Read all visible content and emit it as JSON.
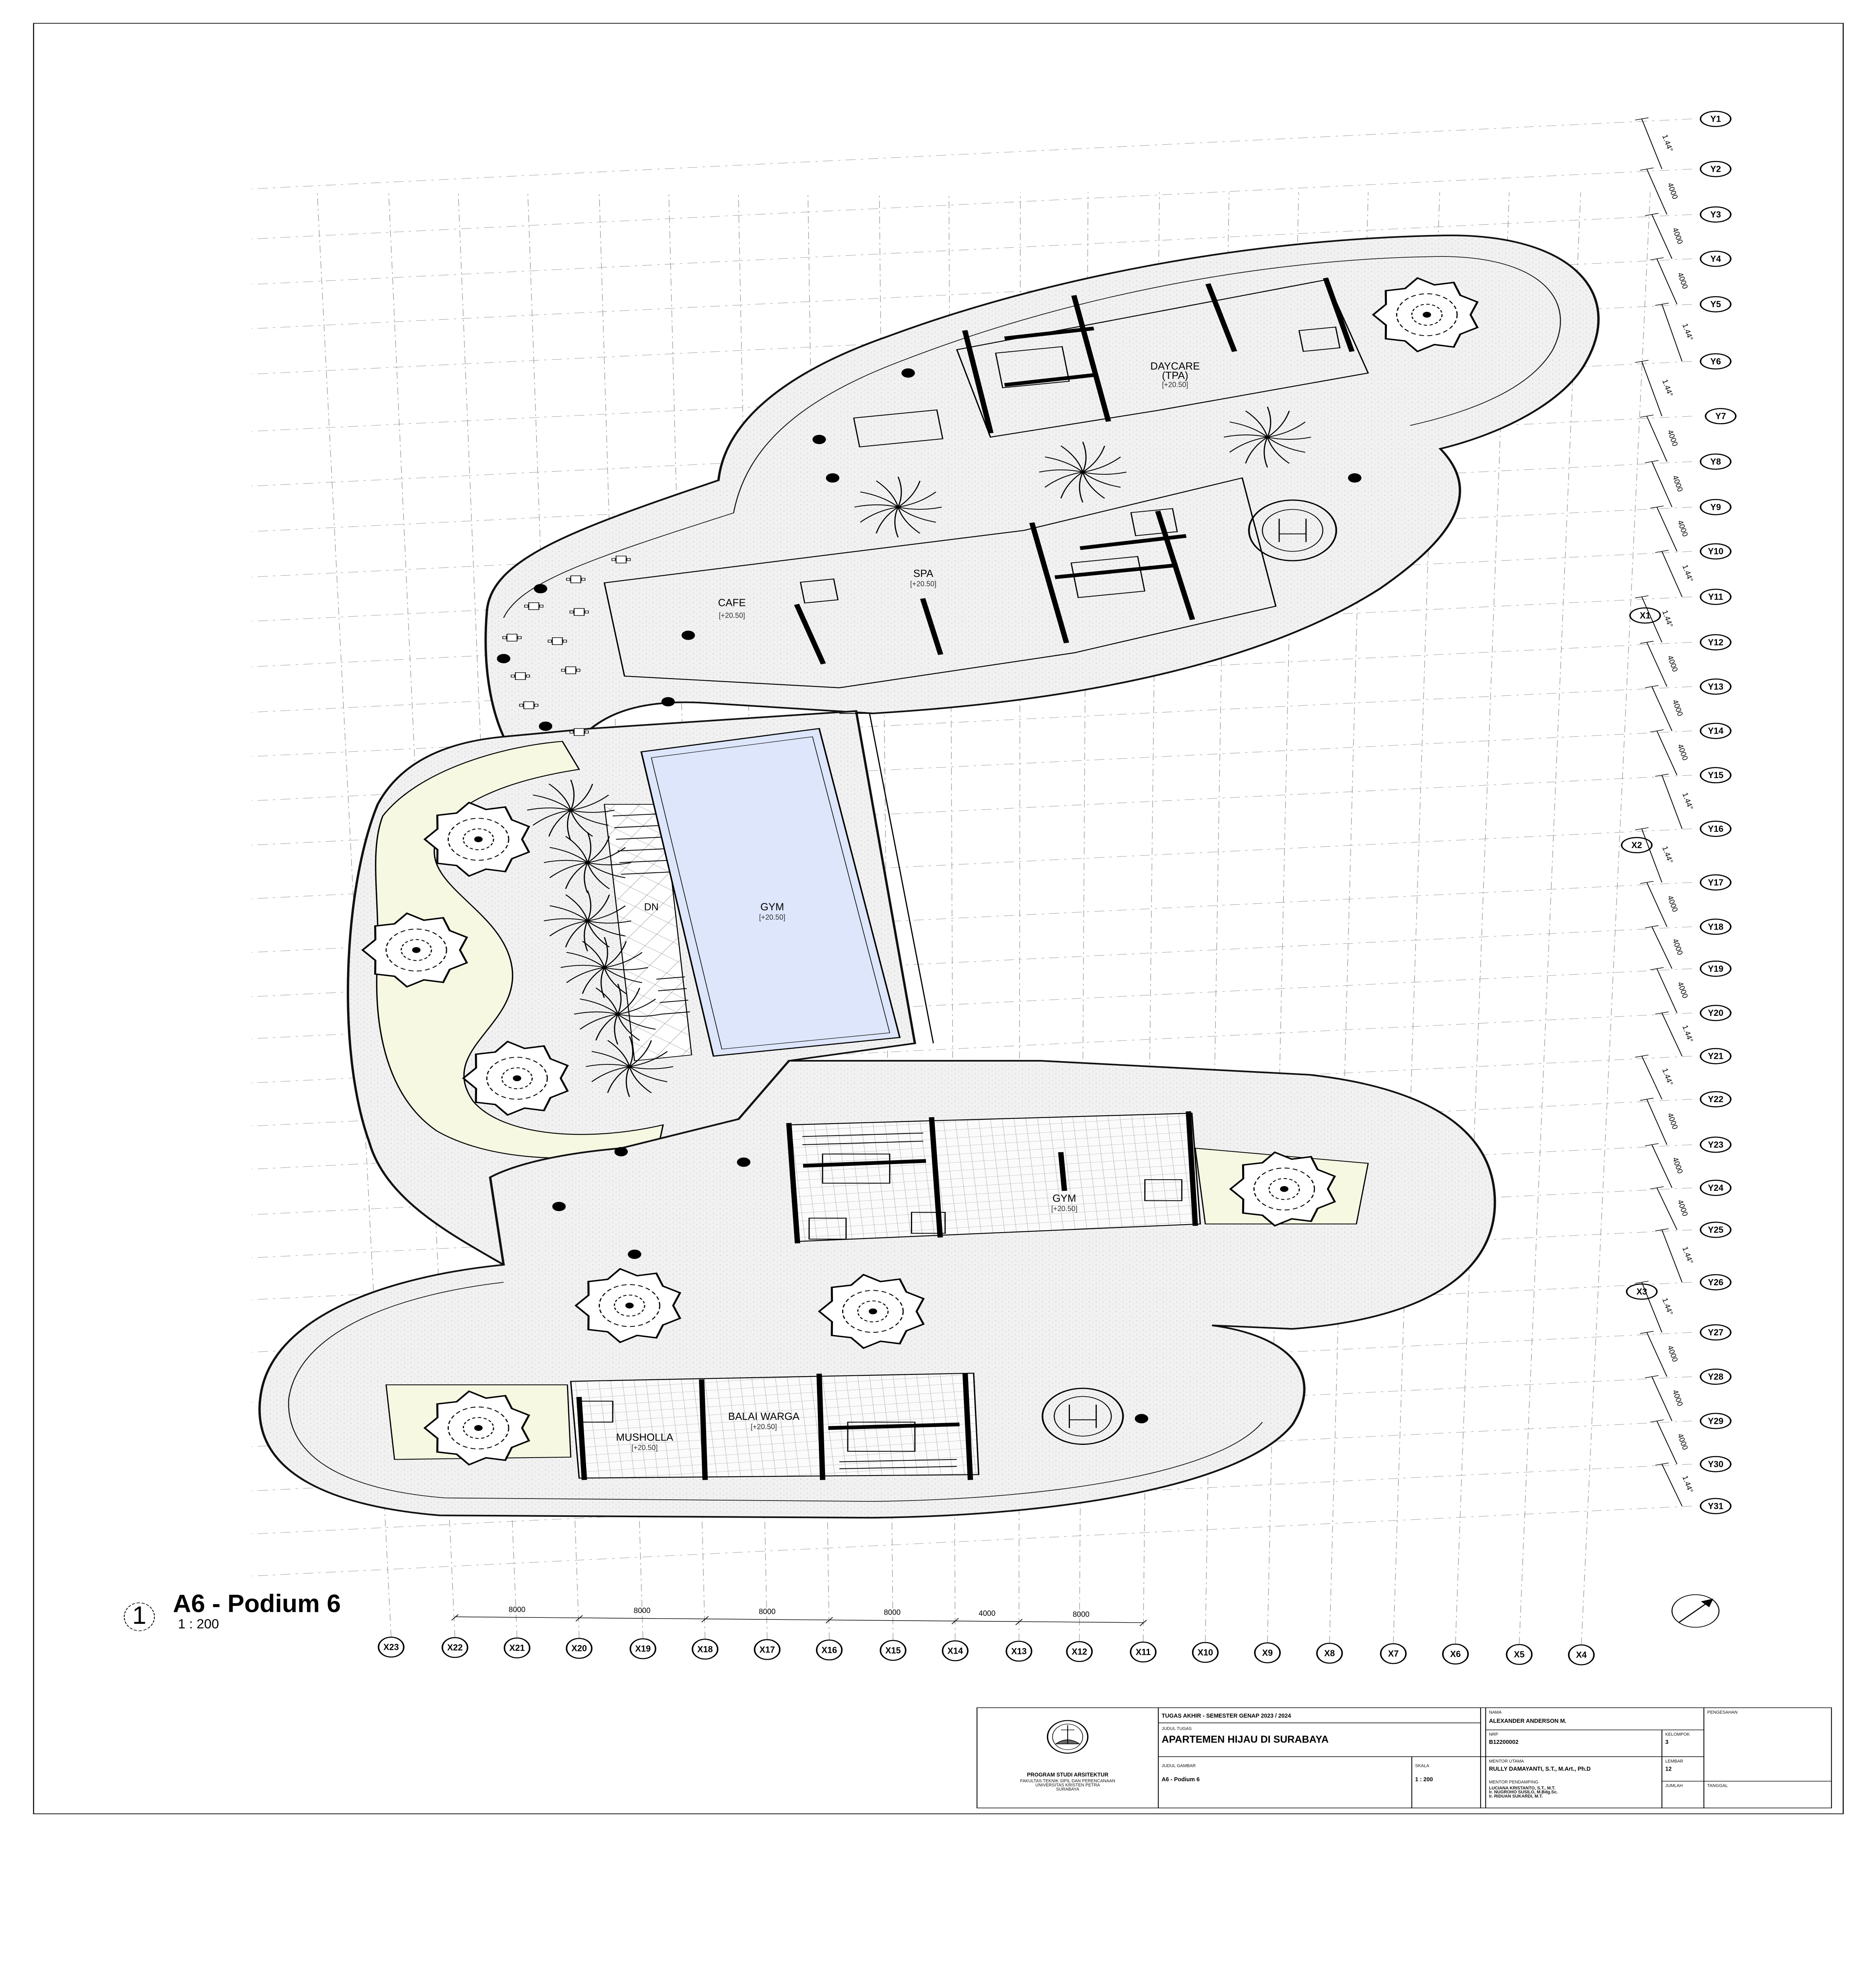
{
  "drawing": {
    "number": "1",
    "title": "A6 - Podium 6",
    "scale": "1 : 200"
  },
  "colors": {
    "pool": "#dde6fb",
    "planter": "#f6f8e2",
    "floor": "#f3f3f3",
    "line": "#000000"
  },
  "rooms": [
    {
      "name": "DAYCARE",
      "name2": "(TPA)",
      "level": "[+20.50]"
    },
    {
      "name": "CAFE",
      "level": "[+20.50]"
    },
    {
      "name": "SPA",
      "level": "[+20.50]"
    },
    {
      "name": "GYM",
      "level": "[+20.50]"
    },
    {
      "name": "GYM",
      "level": "[+20.50]"
    },
    {
      "name": "BALAI WARGA",
      "level": "[+20.50]"
    },
    {
      "name": "MUSHOLLA",
      "level": "[+20.50]"
    }
  ],
  "stair_label": "DN",
  "grid": {
    "x_axes": [
      "X23",
      "X22",
      "X21",
      "X20",
      "X19",
      "X18",
      "X17",
      "X16",
      "X15",
      "X14",
      "X13",
      "X12",
      "X11",
      "X10",
      "X9",
      "X8",
      "X7",
      "X6",
      "X5",
      "X4"
    ],
    "x_radial": [
      "X1",
      "X2",
      "X3"
    ],
    "y_axes": [
      "Y1",
      "Y2",
      "Y3",
      "Y4",
      "Y5",
      "Y6",
      "Y7",
      "Y8",
      "Y9",
      "Y10",
      "Y11",
      "Y12",
      "Y13",
      "Y14",
      "Y15",
      "Y16",
      "Y17",
      "Y18",
      "Y19",
      "Y20",
      "Y21",
      "Y22",
      "Y23",
      "Y24",
      "Y25",
      "Y26",
      "Y27",
      "Y28",
      "Y29",
      "Y30",
      "Y31"
    ],
    "x_dimensions": [
      "8000",
      "8000",
      "8000",
      "8000",
      "4000",
      "8000"
    ],
    "y_dimensions": [
      "1.44°",
      "4000",
      "4000",
      "4000",
      "1.44°",
      "1.44°",
      "4000",
      "4000",
      "4000",
      "1.44°",
      "1.44°",
      "4000",
      "4000",
      "4000",
      "1.44°",
      "1.44°",
      "4000",
      "4000",
      "4000",
      "1.44°",
      "1.44°",
      "4000",
      "4000",
      "4000",
      "1.44°",
      "1.44°",
      "4000",
      "4000",
      "4000",
      "1.44°"
    ]
  },
  "title_block": {
    "program": "PROGRAM STUDI ARSITEKTUR",
    "faculty": "FAKULTAS TEKNIK SIPIL DAN PERENCANAAN",
    "university": "UNIVERSITAS KRISTEN PETRA",
    "city": "SURABAYA",
    "logo_text": "UNIVERSITAS KRISTEN PETRA",
    "course": "TUGAS AKHIR - SEMESTER GENAP 2023 / 2024",
    "project_label": "JUDUL TUGAS",
    "project": "APARTEMEN HIJAU DI SURABAYA",
    "drawing_label": "JUDUL GAMBAR",
    "drawing_title": "A6 - Podium 6",
    "scale_label": "SKALA",
    "scale": "1 : 200",
    "name_label": "NAMA",
    "name": "ALEXANDER ANDERSON M.",
    "nrp_label": "NRP",
    "nrp": "B12200002",
    "group_label": "KELOMPOK",
    "group": "3",
    "mentor_label": "MENTOR UTAMA",
    "mentor": "RULLY DAMAYANTI, S.T., M.Art., Ph.D",
    "co_mentor_label": "MENTOR PENDAMPING",
    "co_mentors": [
      "LUCIANA KRISTANTO, S.T., M.T.",
      "Ir. NUGROHO SUSILO, M.Bdg.Sc.",
      "Ir. RIDUAN SUKARDI, M.T."
    ],
    "sheet_label": "LEMBAR",
    "sheet": "12",
    "total_label": "JUMLAH",
    "approval_label": "PENGESAHAN",
    "date_label": "TANGGAL"
  }
}
